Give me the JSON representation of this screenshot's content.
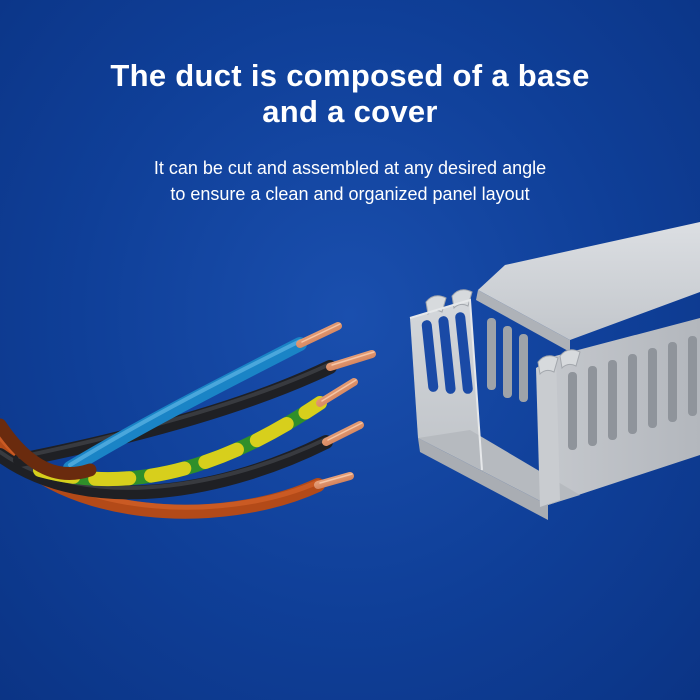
{
  "headline": {
    "line1": "The duct is composed of a base",
    "line2": "and a cover"
  },
  "subline": {
    "line1": "It can be cut and assembled at any desired angle",
    "line2": "to ensure a clean and organized panel layout"
  },
  "colors": {
    "background": "#0f3f98",
    "duct": "#c9ccd0",
    "wire_blue": "#1e8fd0",
    "wire_black": "#2a2b30",
    "wire_green_yellow": "#c8c21a",
    "wire_brown": "#c9571f",
    "copper": "#e4936a"
  },
  "icons": [
    "cable-duct-illustration",
    "electrical-wires-illustration"
  ]
}
